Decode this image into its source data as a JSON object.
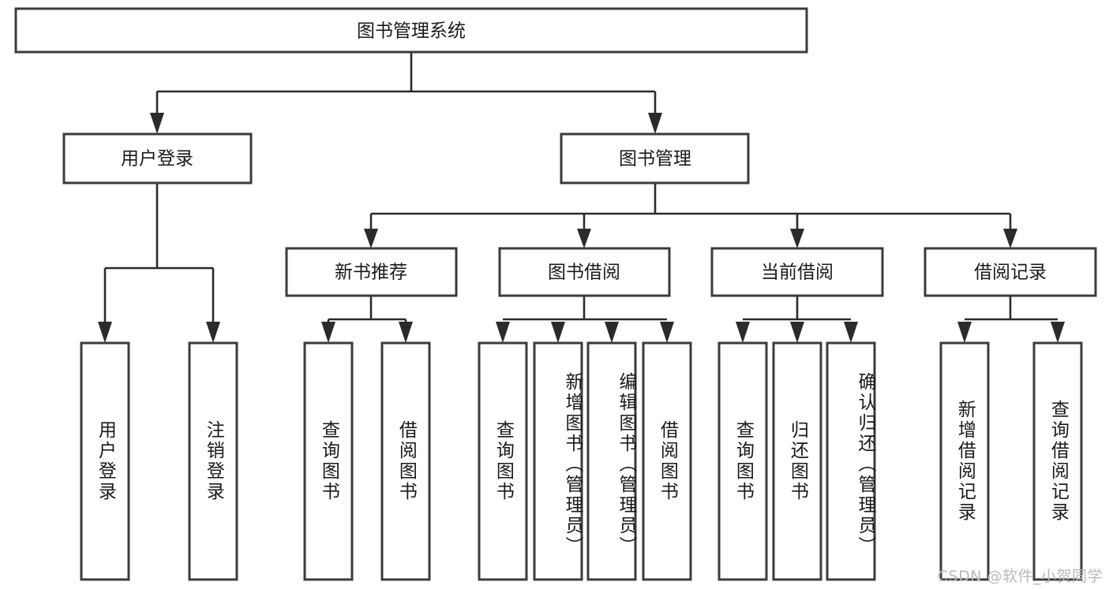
{
  "diagram": {
    "title": "图书管理系统",
    "type": "tree",
    "watermark": "CSDN @软件_小贺同学",
    "colors": {
      "box_border": "#3b3b3b",
      "box_fill": "#ffffff",
      "connector": "#2b2b2b",
      "text": "#1a1a1a",
      "watermark": "#b9b9b9",
      "background": "#ffffff"
    },
    "levels": {
      "root": {
        "label": "图书管理系统"
      },
      "level2": [
        {
          "id": "user-login",
          "label": "用户登录"
        },
        {
          "id": "book-management",
          "label": "图书管理"
        }
      ],
      "level3": [
        {
          "id": "new-book-recommend",
          "label": "新书推荐",
          "parent": "book-management"
        },
        {
          "id": "book-borrow",
          "label": "图书借阅",
          "parent": "book-management"
        },
        {
          "id": "current-borrow",
          "label": "当前借阅",
          "parent": "book-management"
        },
        {
          "id": "borrow-record",
          "label": "借阅记录",
          "parent": "book-management"
        }
      ],
      "leaves": [
        {
          "id": "leaf-user-login",
          "label": "用户登录",
          "parent": "user-login"
        },
        {
          "id": "leaf-logout",
          "label": "注销登录",
          "parent": "user-login"
        },
        {
          "id": "leaf-query-book-1",
          "label": "查询图书",
          "parent": "new-book-recommend"
        },
        {
          "id": "leaf-borrow-book-1",
          "label": "借阅图书",
          "parent": "new-book-recommend"
        },
        {
          "id": "leaf-query-book-2",
          "label": "查询图书",
          "parent": "book-borrow"
        },
        {
          "id": "leaf-add-book",
          "label": "新增图书（管理员）",
          "parent": "book-borrow"
        },
        {
          "id": "leaf-edit-book",
          "label": "编辑图书（管理员）",
          "parent": "book-borrow"
        },
        {
          "id": "leaf-borrow-book-2",
          "label": "借阅图书",
          "parent": "book-borrow"
        },
        {
          "id": "leaf-query-book-3",
          "label": "查询图书",
          "parent": "current-borrow"
        },
        {
          "id": "leaf-return-book",
          "label": "归还图书",
          "parent": "current-borrow"
        },
        {
          "id": "leaf-confirm-return",
          "label": "确认归还（管理员）",
          "parent": "current-borrow"
        },
        {
          "id": "leaf-add-record",
          "label": "新增借阅记录",
          "parent": "borrow-record"
        },
        {
          "id": "leaf-query-record",
          "label": "查询借阅记录",
          "parent": "borrow-record"
        }
      ]
    }
  }
}
